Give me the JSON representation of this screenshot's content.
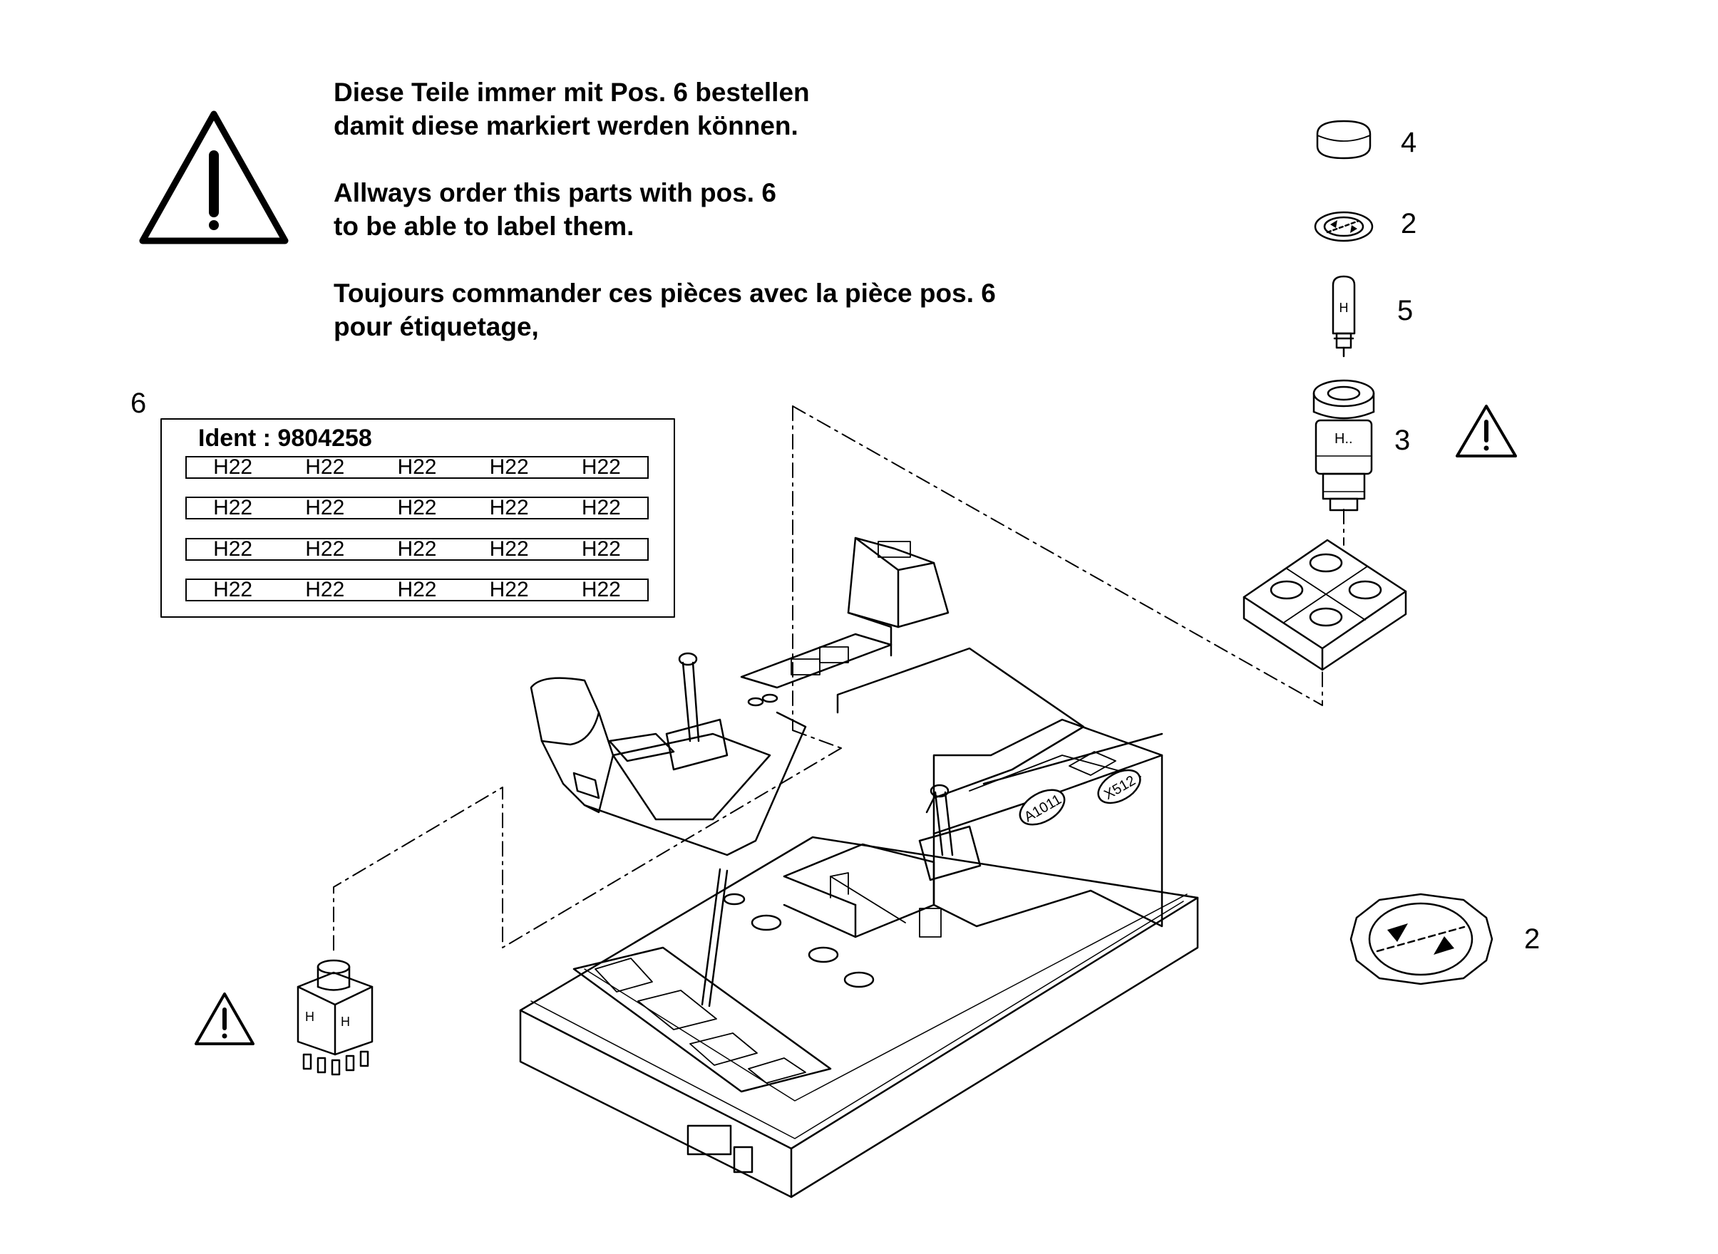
{
  "notes": {
    "german": [
      "Diese Teile immer mit Pos. 6 bestellen",
      "damit diese markiert werden können."
    ],
    "english": [
      "Allways order this parts with pos. 6",
      "to be able to label them."
    ],
    "french": [
      "Toujours commander ces pièces avec la pièce pos. 6",
      "pour étiquetage,"
    ]
  },
  "callouts": {
    "label_sheet": "6",
    "cap": "4",
    "bezel": "2",
    "bulb": "5",
    "switch": "3",
    "large_bezel": "2"
  },
  "label_sheet": {
    "ident": "Ident : 9804258",
    "rows": [
      [
        "H22",
        "H22",
        "H22",
        "H22",
        "H22"
      ],
      [
        "H22",
        "H22",
        "H22",
        "H22",
        "H22"
      ],
      [
        "H22",
        "H22",
        "H22",
        "H22",
        "H22"
      ],
      [
        "H22",
        "H22",
        "H22",
        "H22",
        "H22"
      ]
    ]
  },
  "part_markings": {
    "switch_mark": "H..",
    "bulb_mark": "H",
    "module_mark_1": "H",
    "module_mark_2": "H"
  },
  "connectors": {
    "connector_1": "A1011",
    "connector_2": "X512"
  },
  "colors": {
    "line": "#000000",
    "background": "#ffffff"
  }
}
